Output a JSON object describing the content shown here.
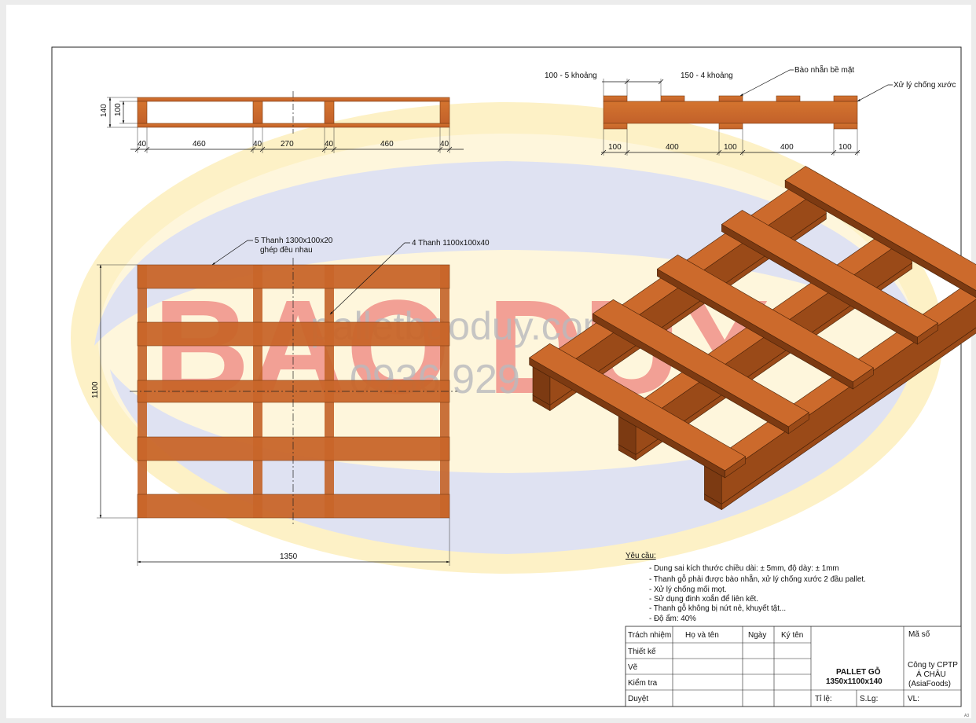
{
  "watermark": {
    "brand": "BAO DUY",
    "site": "palletbaoduy.com",
    "phone": "0936 929 094"
  },
  "side_view": {
    "height_total": "140",
    "height_inner": "100",
    "dims": [
      "40",
      "460",
      "40",
      "270",
      "40",
      "460",
      "40"
    ]
  },
  "end_view": {
    "label_left": "100 - 5 khoảng",
    "label_mid": "150 - 4 khoảng",
    "callout_surface": "Bào nhẵn bề mặt",
    "callout_edge": "Xử lý chống xước",
    "dims": [
      "100",
      "400",
      "100",
      "400",
      "100"
    ]
  },
  "plan_view": {
    "callout_top_line1": "5 Thanh 1300x100x20",
    "callout_top_line2": "ghép đều nhau",
    "callout_stringer": "4 Thanh 1100x100x40",
    "dim_height": "1100",
    "dim_width": "1350"
  },
  "requirements": {
    "title": "Yêu cầu:",
    "items": [
      "- Dung sai kích thước chiều dài: ± 5mm, độ dày: ± 1mm",
      "- Thanh gỗ phải được bào nhẵn, xử lý chống xước 2 đầu pallet.",
      "- Xử lý chống mối mọt.",
      "- Sử dụng đinh xoắn để liên kết.",
      "- Thanh gỗ không bị nứt nẻ, khuyết tật...",
      "- Độ ẩm: 40%"
    ]
  },
  "title_block": {
    "h_role": "Trách nhiệm",
    "h_name": "Họ và tên",
    "h_date": "Ngày",
    "h_sign": "Ký tên",
    "rows": [
      "Thiết kế",
      "Vẽ",
      "Kiểm tra",
      "Duyệt"
    ],
    "product": "PALLET GỖ",
    "size": "1350x1100x140",
    "code_label": "Mã số",
    "company_1": "Công ty CPTP",
    "company_2": "Á CHÂU",
    "company_3": "(AsiaFoods)",
    "scale_label": "Tỉ lệ:",
    "qty_label": "S.Lg:",
    "material_label": "VL:"
  },
  "sheet_size": "A3",
  "colors": {
    "wood": "#cc6a2c",
    "wood_dark": "#9a4a18",
    "wood_light": "#e38a44",
    "watermark_yellow": "#fbeec0",
    "watermark_blue": "#dde0f0",
    "watermark_red": "#e8585a"
  }
}
